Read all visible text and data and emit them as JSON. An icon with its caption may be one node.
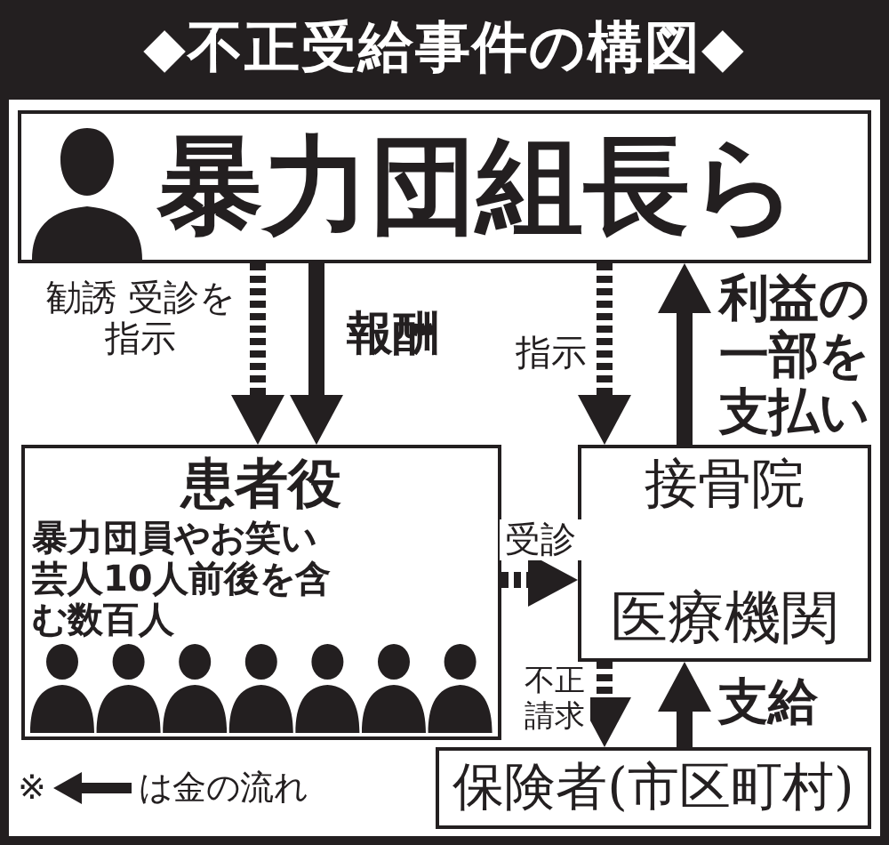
{
  "diagram": {
    "title": "◆不正受給事件の構図◆",
    "nodes": [
      {
        "text": [
          "暴力団組長ら"
        ]
      },
      {
        "text": [
          "患者役",
          "暴力団員やお笑い芸人10人前後を含む数百人"
        ]
      },
      {
        "text": [
          "接骨院",
          "医療機関"
        ]
      },
      {
        "text": [
          "保険者(市区町村)"
        ]
      }
    ],
    "edges": [
      {
        "from": 0,
        "to": 1,
        "arrow": "to",
        "label": "勧誘 受診を指示",
        "style": "dashed"
      },
      {
        "from": 0,
        "to": 1,
        "arrow": "to",
        "label": "報酬"
      },
      {
        "from": 0,
        "to": 2,
        "arrow": "to",
        "label": "指示",
        "style": "dashed"
      },
      {
        "from": 2,
        "to": 0,
        "arrow": "to",
        "label": "利益の一部を支払い"
      },
      {
        "from": 1,
        "to": 2,
        "arrow": "to",
        "label": "受診",
        "style": "dashed"
      },
      {
        "from": 2,
        "to": 3,
        "arrow": "to",
        "label": "不正請求",
        "style": "dashed"
      },
      {
        "from": 3,
        "to": 2,
        "arrow": "to",
        "label": "支給"
      }
    ],
    "labels": [
      "※"
    ],
    "legend": [
      {
        "text": "は金の流れ"
      }
    ]
  }
}
